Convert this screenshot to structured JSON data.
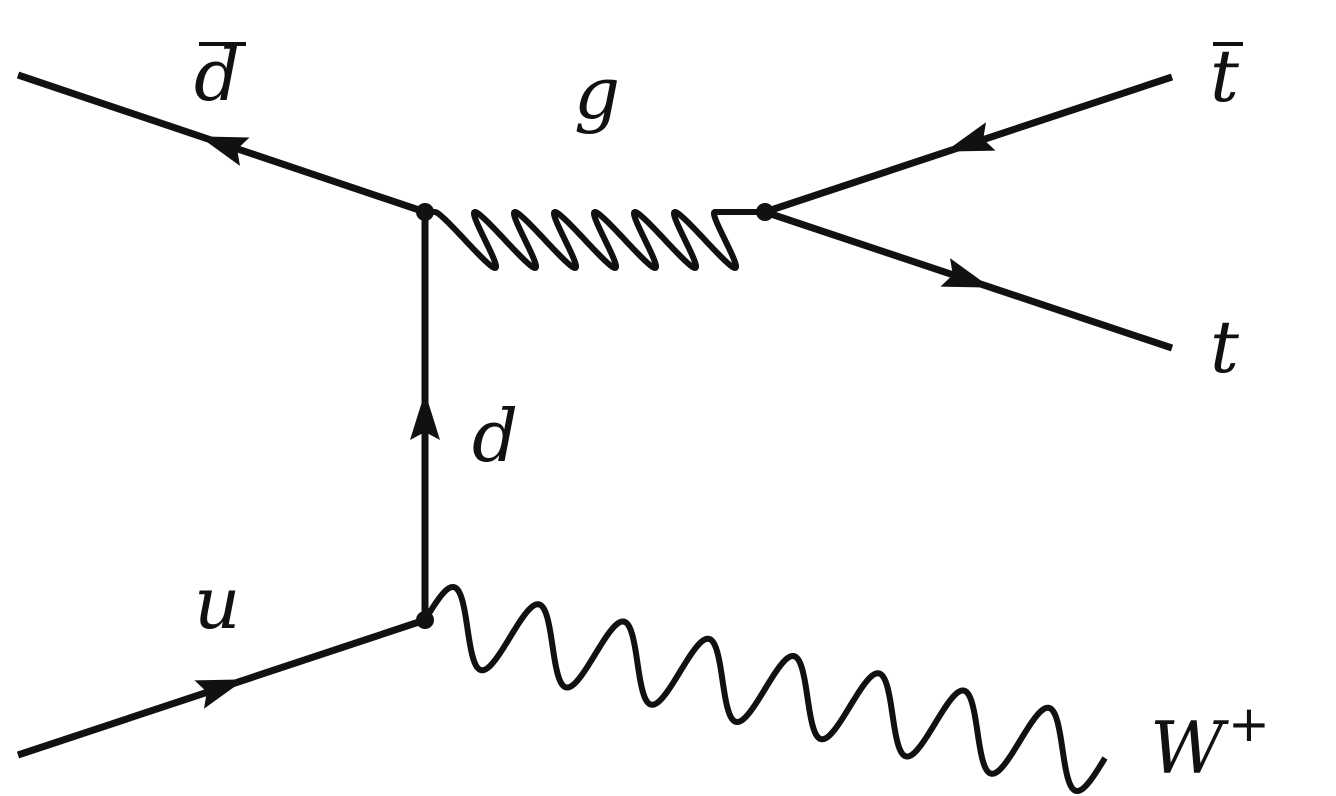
{
  "particles": {
    "dbar": "d",
    "gluon": "g",
    "tbar": "t",
    "top": "t",
    "d_propagator": "d",
    "up": "u",
    "w_symbol": "W",
    "w_charge": "+"
  },
  "colors": {
    "ink": "#111111",
    "background": "#ffffff"
  }
}
